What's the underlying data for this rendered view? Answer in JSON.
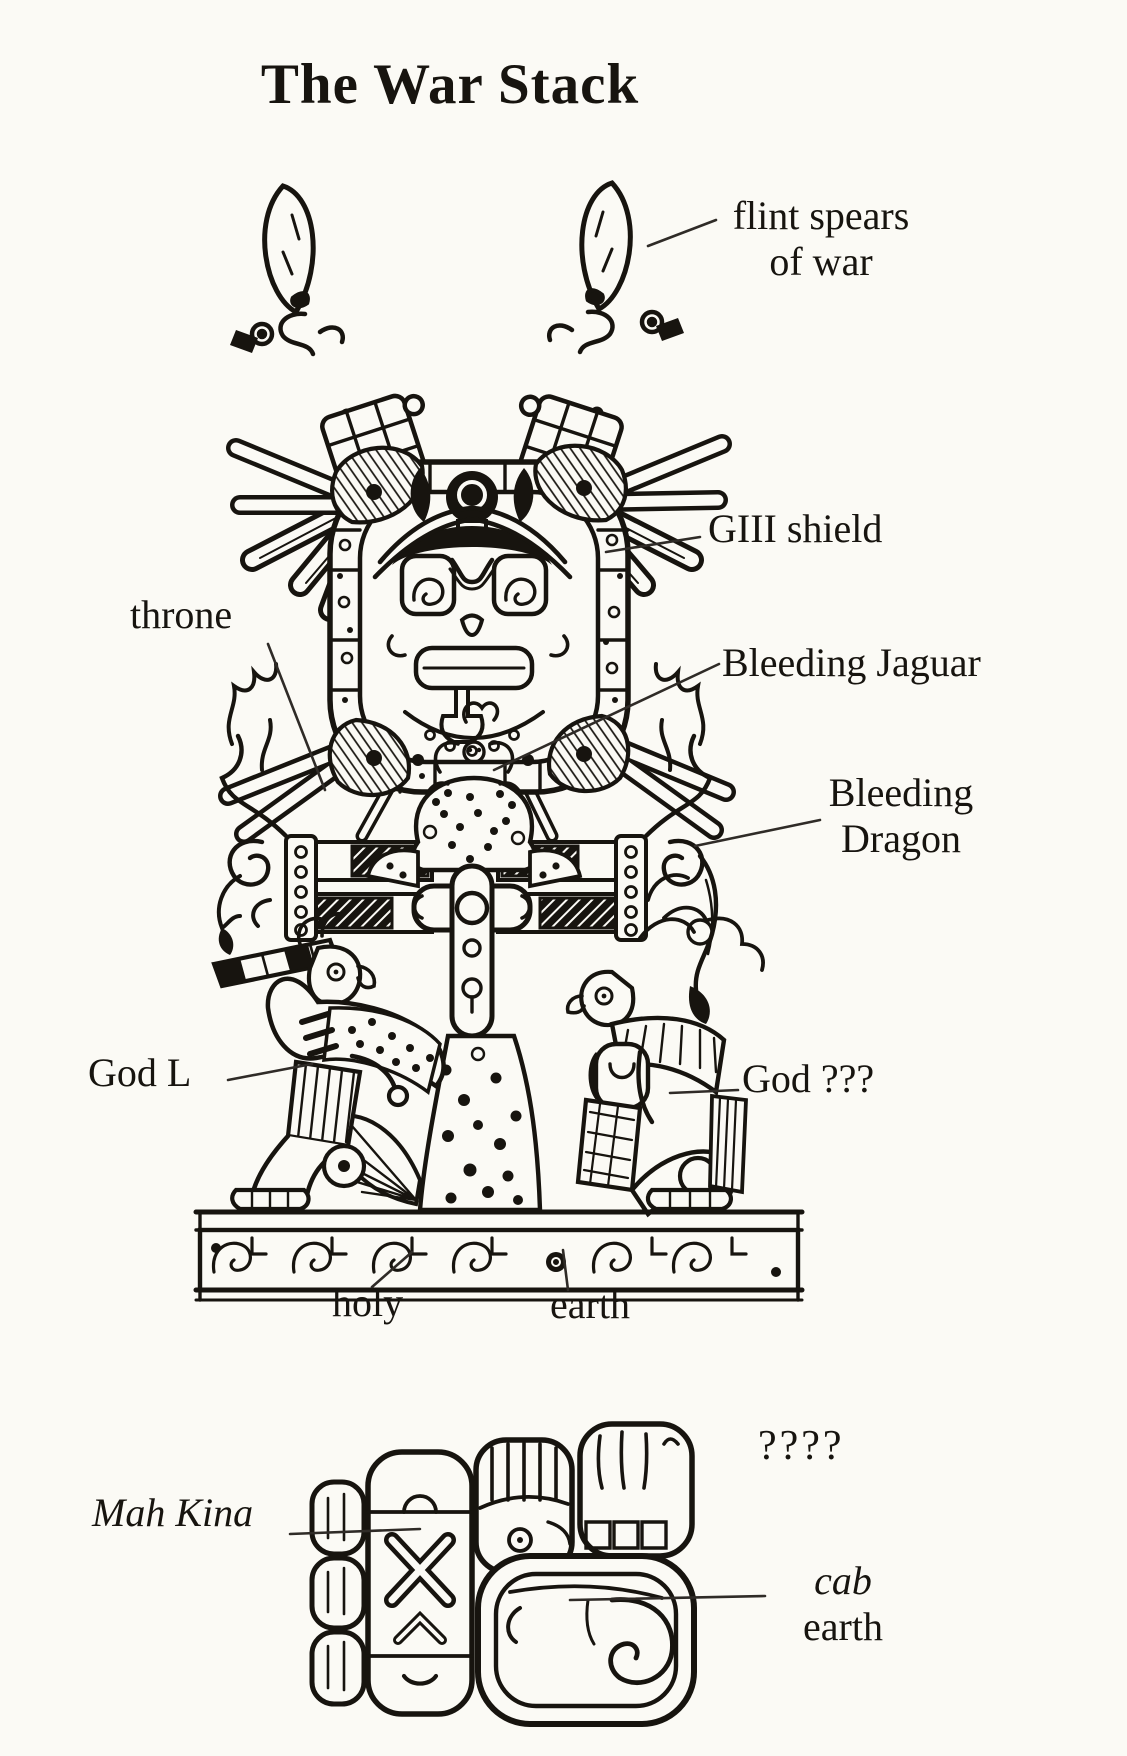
{
  "title": "The War Stack",
  "colors": {
    "ink": "#17140f",
    "paper": "#fbfaf5"
  },
  "labels": {
    "flint_line1": "flint spears",
    "flint_line2": "of war",
    "giii": "GIII shield",
    "throne": "throne",
    "bleeding_jaguar": "Bleeding Jaguar",
    "dragon_line1": "Bleeding",
    "dragon_line2": "Dragon",
    "god_l": "God L",
    "god_unknown": "God ???",
    "holy": "holy",
    "earth": "earth",
    "unknown_marks": "????",
    "mah_kina": "Mah Kina",
    "cab": "cab",
    "cab_gloss": "earth"
  },
  "artwork_parts": [
    "crossed-flint-spears",
    "giii-shield",
    "throne-band",
    "bleeding-jaguar",
    "bleeding-dragon-heads",
    "god-l-figure",
    "unknown-god-figure",
    "holy-earth-baseband",
    "mah-kina-cab-glyph-block"
  ]
}
